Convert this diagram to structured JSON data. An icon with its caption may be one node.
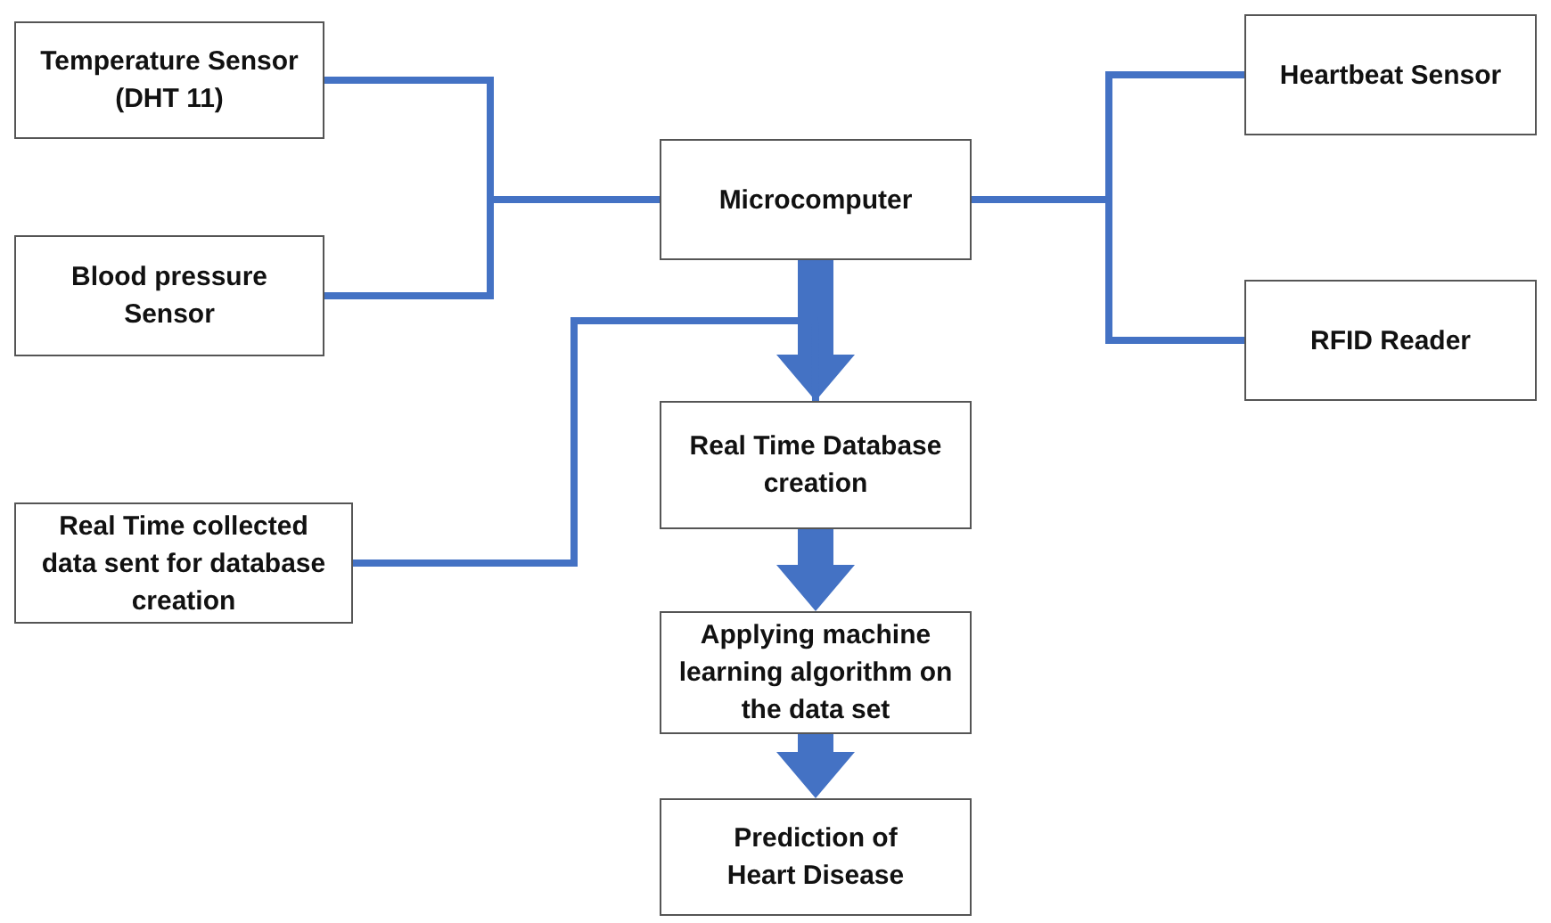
{
  "diagram": {
    "nodes": [
      {
        "text": [
          "Temperature Sensor (DHT 11)"
        ]
      },
      {
        "text": [
          "Blood pressure Sensor"
        ]
      },
      {
        "text": [
          "Microcomputer"
        ]
      },
      {
        "text": [
          "Heartbeat Sensor"
        ]
      },
      {
        "text": [
          "RFID Reader"
        ]
      },
      {
        "text": [
          "Real Time Database creation"
        ]
      },
      {
        "text": [
          "Real Time collected data sent for database creation"
        ]
      },
      {
        "text": [
          "Applying machine learning algorithm on the data set"
        ]
      },
      {
        "text": [
          "Prediction of Heart Disease"
        ]
      }
    ],
    "edges": [
      {
        "from": 0,
        "to": 2,
        "arrow": "none"
      },
      {
        "from": 1,
        "to": 2,
        "arrow": "none"
      },
      {
        "from": 3,
        "to": 2,
        "arrow": "none"
      },
      {
        "from": 4,
        "to": 2,
        "arrow": "none"
      },
      {
        "from": 2,
        "to": 5,
        "arrow": "to",
        "style": "thick"
      },
      {
        "from": 6,
        "to": 5,
        "arrow": "none"
      },
      {
        "from": 5,
        "to": 7,
        "arrow": "to",
        "style": "thick"
      },
      {
        "from": 7,
        "to": 8,
        "arrow": "to",
        "style": "thick"
      }
    ]
  }
}
